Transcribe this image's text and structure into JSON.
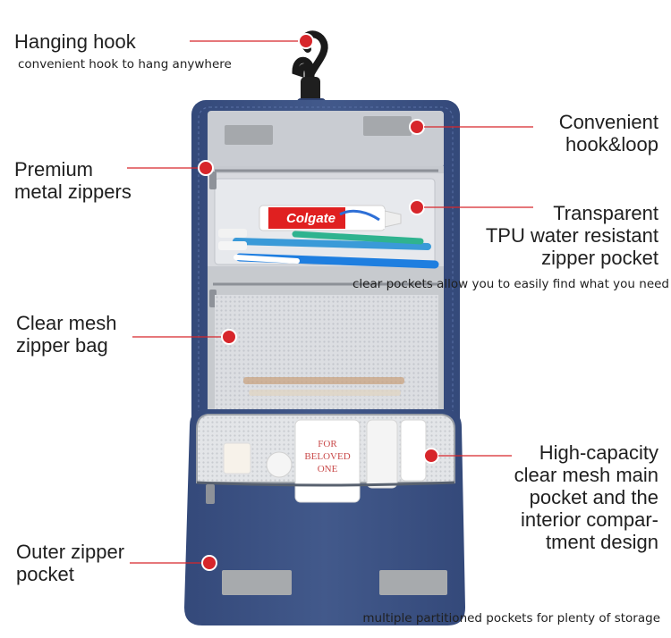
{
  "theme": {
    "accent": "#d7262b",
    "bag_navy": "#3d5585",
    "bag_navy_dark": "#2b3d66",
    "lining": "#d4d6db",
    "velcro": "#a7aaad"
  },
  "callouts": {
    "hanging_hook": {
      "title": "Hanging hook",
      "note": "convenient hook to hang anywhere"
    },
    "premium_zippers": {
      "title": "Premium\nmetal zippers"
    },
    "clear_mesh": {
      "title": "Clear mesh\nzipper bag"
    },
    "outer_pocket": {
      "title": "Outer zipper\npocket"
    },
    "hook_loop": {
      "title": "Convenient\nhook&loop"
    },
    "tpu_pocket": {
      "title": "Transparent\nTPU water resistant\nzipper pocket",
      "note": "clear pockets allow you to easily find what you need"
    },
    "main_pocket": {
      "title": "High-capacity\nclear mesh main\npocket and the\ninterior compar-\ntment design"
    }
  },
  "footer": {
    "note": "multiple partitioned pockets for plenty of storage"
  },
  "product_text": {
    "toothpaste_brand": "Colgate",
    "bottle_line1": "FOR",
    "bottle_line2": "BELOVED",
    "bottle_line3": "ONE"
  }
}
